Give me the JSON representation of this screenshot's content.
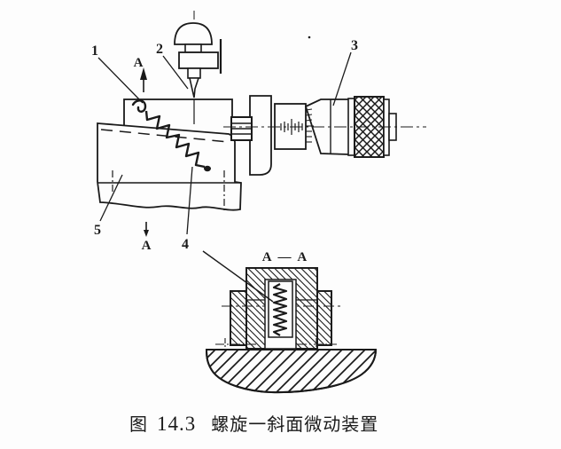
{
  "figure": {
    "parts": {
      "p1": "1",
      "p2": "2",
      "p3": "3",
      "p4": "4",
      "p5": "5"
    },
    "section": {
      "marker_top": "A",
      "marker_bottom": "A",
      "title": "A — A"
    },
    "caption": {
      "prefix": "图",
      "number": "14.3",
      "title": "螺旋一斜面微动装置"
    },
    "colors": {
      "ink": "#1a1a1a",
      "paper": "#fdfdfd"
    }
  }
}
